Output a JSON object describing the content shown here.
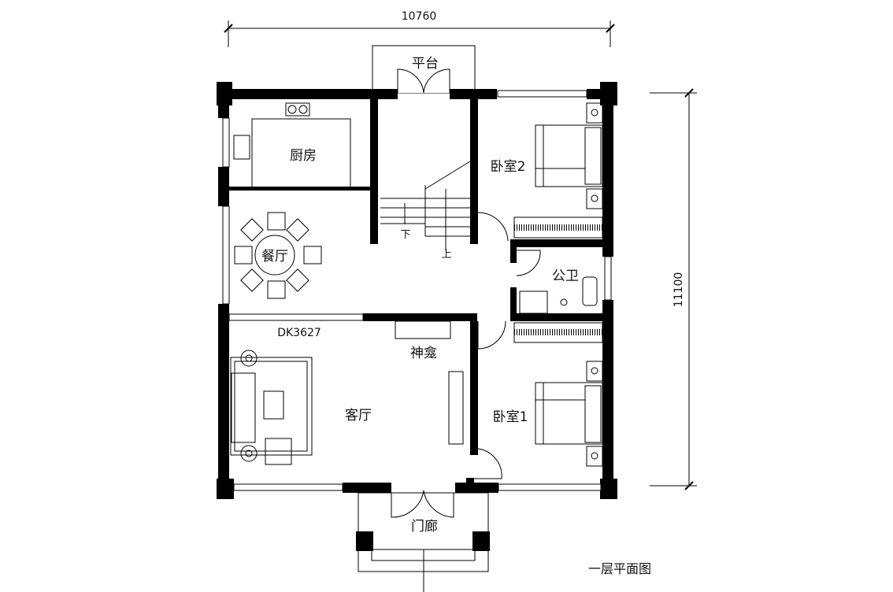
{
  "title": "一层平面图",
  "dimensions": {
    "width": "10760",
    "height": "11100"
  },
  "rooms": {
    "platform": "平台",
    "kitchen": "厨房",
    "dining": "餐厅",
    "bedroom2": "卧室2",
    "bathroom": "公卫",
    "living": "客厅",
    "shrine": "神龛",
    "bedroom1": "卧室1",
    "porch": "门廊"
  },
  "stairs": {
    "down": "下",
    "up": "上"
  },
  "model_code": "DK3627"
}
